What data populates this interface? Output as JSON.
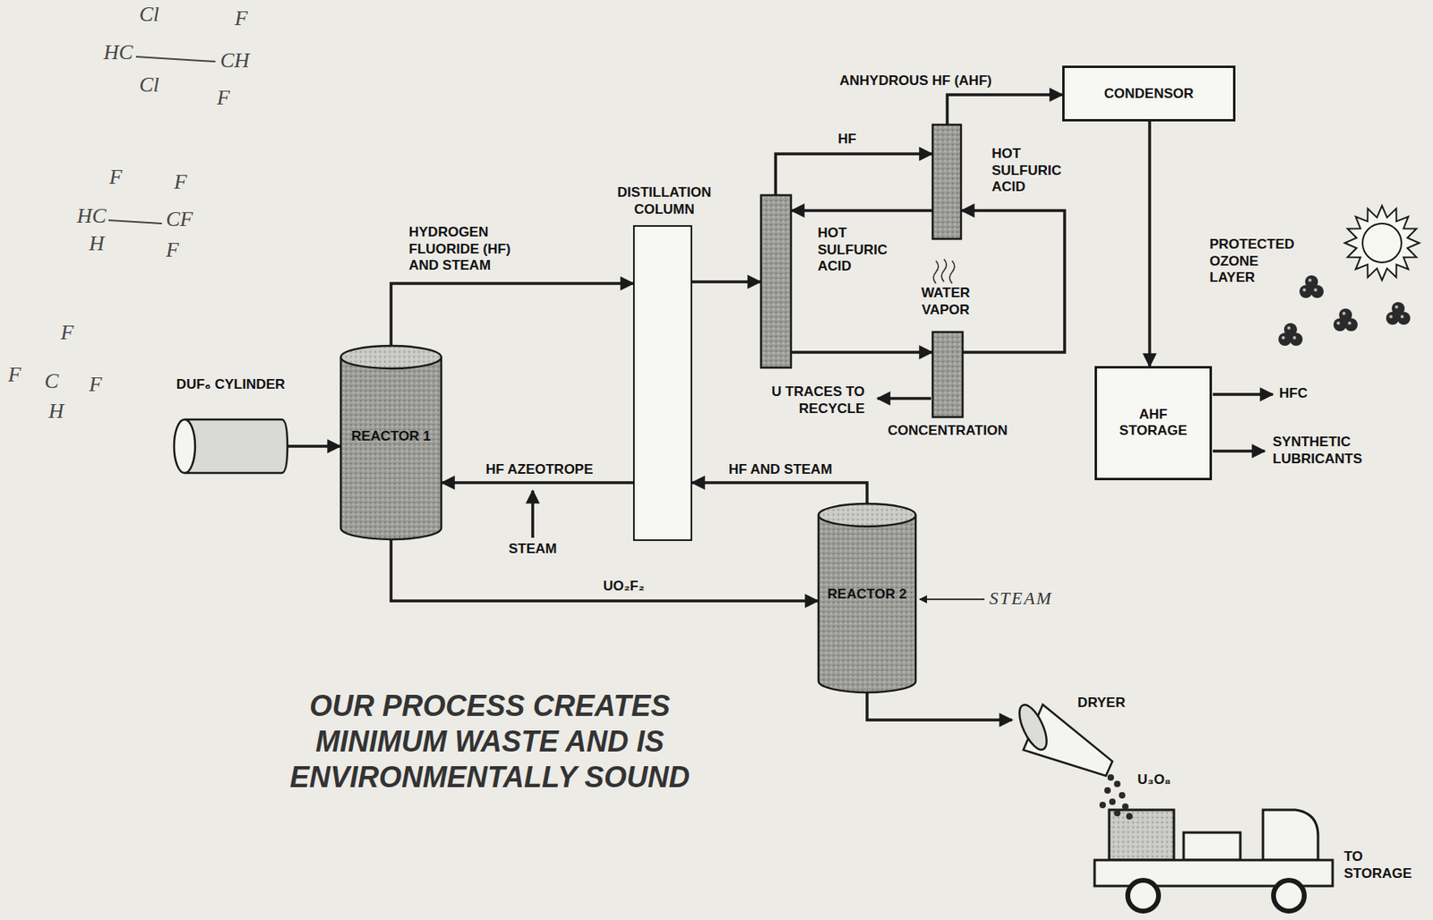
{
  "diagram": {
    "caption": "OUR PROCESS CREATES MINIMUM WASTE AND IS ENVIRONMENTALLY SOUND",
    "nodes": [
      {
        "text": [
          "DUF₆ CYLINDER"
        ]
      },
      {
        "text": [
          "REACTOR 1"
        ]
      },
      {
        "text": [
          "DISTILLATION COLUMN"
        ]
      },
      {
        "text": []
      },
      {
        "text": []
      },
      {
        "text": [
          "CONCENTRATION"
        ]
      },
      {
        "text": [
          "CONDENSOR"
        ]
      },
      {
        "text": [
          "AHF STORAGE"
        ]
      },
      {
        "text": [
          "REACTOR 2"
        ]
      },
      {
        "text": [
          "DRYER"
        ]
      }
    ],
    "edges": [
      {
        "from": 0,
        "to": 1,
        "arrow": "to"
      },
      {
        "from": 1,
        "to": 2,
        "label": "HYDROGEN FLUORIDE (HF) AND STEAM",
        "arrow": "to"
      },
      {
        "from": 2,
        "to": 3,
        "arrow": "to"
      },
      {
        "from": 3,
        "to": 4,
        "label": "HF",
        "arrow": "to"
      },
      {
        "from": 4,
        "to": 6,
        "label": "ANHYDROUS HF (AHF)",
        "arrow": "to"
      },
      {
        "from": 6,
        "to": 7,
        "arrow": "to"
      },
      {
        "from": 4,
        "to": 3,
        "label": "HOT SULFURIC ACID",
        "arrow": "to"
      },
      {
        "from": 5,
        "to": 4,
        "label": "HOT SULFURIC ACID",
        "arrow": "to"
      },
      {
        "from": 3,
        "to": 5,
        "arrow": "to"
      },
      {
        "from": 2,
        "to": 1,
        "label": "HF AZEOTROPE",
        "arrow": "to"
      },
      {
        "from": 8,
        "to": 2,
        "label": "HF AND STEAM",
        "arrow": "to"
      },
      {
        "from": 1,
        "to": 8,
        "label": "UO₂F₂",
        "arrow": "to"
      },
      {
        "from": 8,
        "to": 9,
        "arrow": "to"
      }
    ],
    "labels": [
      "Cl",
      "F",
      "HC",
      "CH",
      "Cl",
      "F",
      "F",
      "F",
      "HC",
      "CF",
      "H",
      "F",
      "F",
      "F",
      "C",
      "F",
      "H",
      "WATER VAPOR",
      "U TRACES TO RECYCLE",
      "STEAM",
      "STEAM",
      "PROTECTED OZONE LAYER",
      "HFC",
      "SYNTHETIC LUBRICANTS",
      "U₃O₈",
      "TO STORAGE"
    ]
  }
}
